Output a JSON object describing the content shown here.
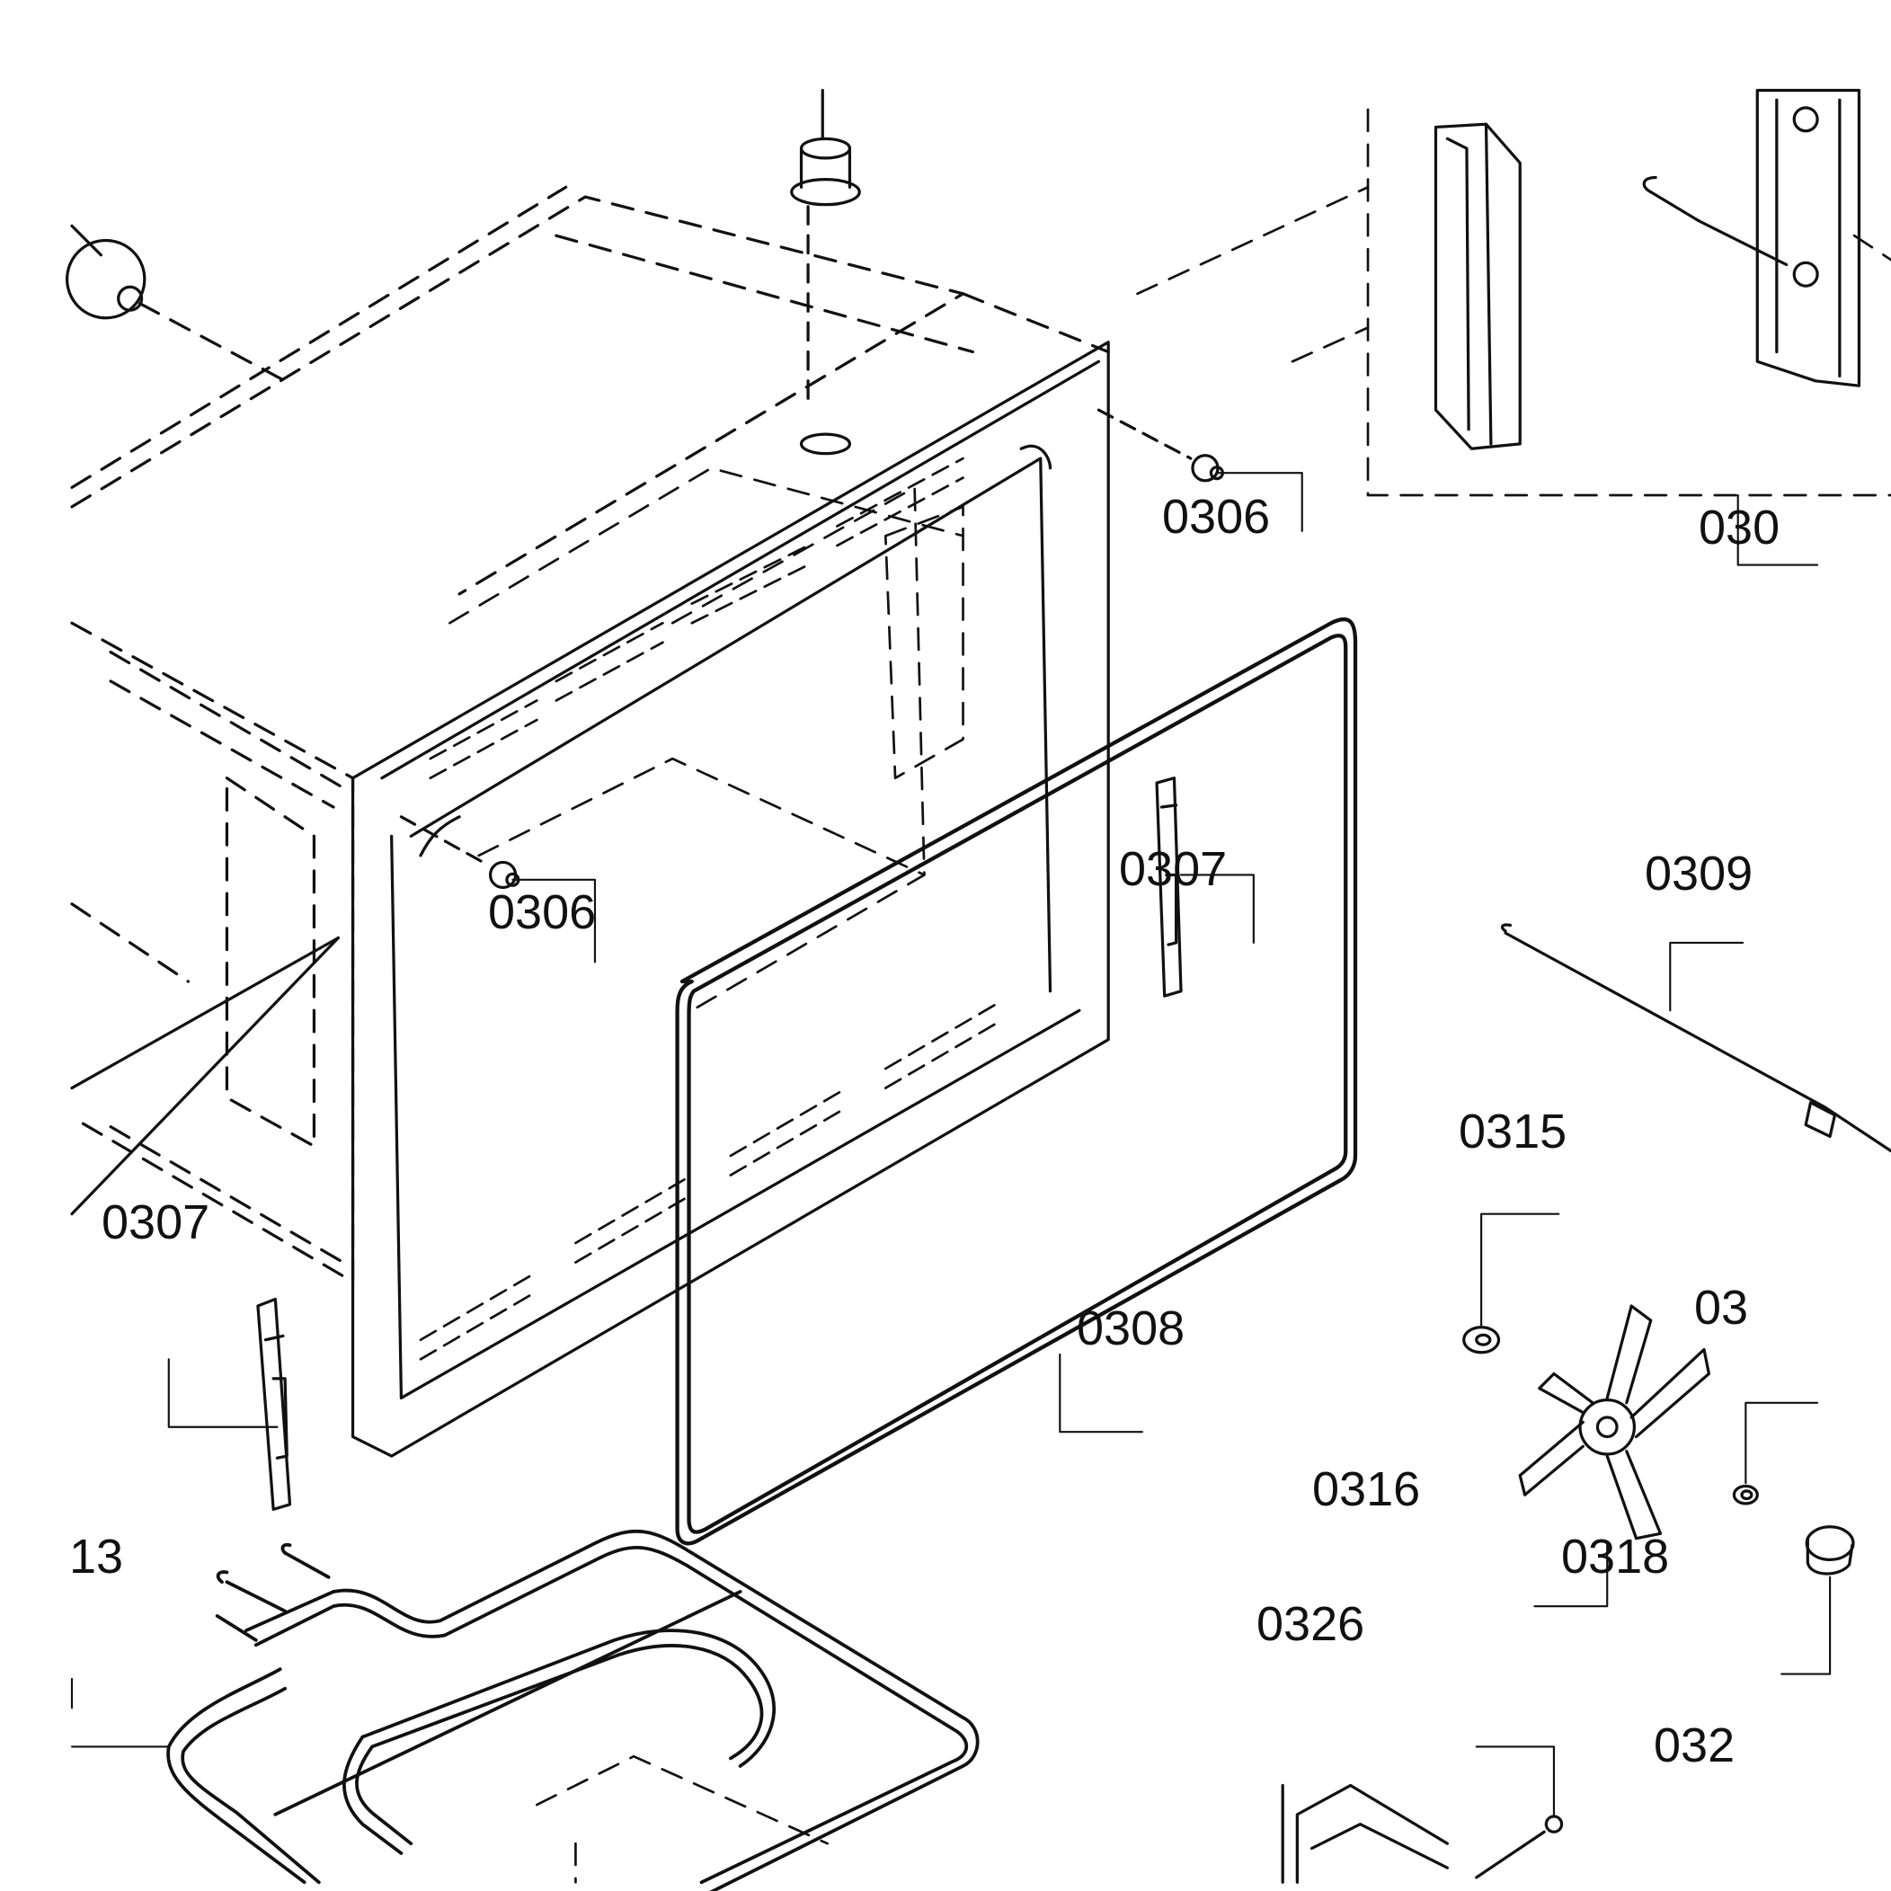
{
  "diagram": {
    "type": "exploded-parts-view",
    "subject": "oven cavity assembly",
    "line_color": "#111111",
    "background": "#ffffff"
  },
  "labels": {
    "l_0306_top_right": "0306",
    "l_030x_cut_right": "030",
    "l_0306_center": "0306",
    "l_0307_right": "0307",
    "l_0309": "0309",
    "l_0307_left": "0307",
    "l_0308": "0308",
    "l_0315": "0315",
    "l_03_cut": "03",
    "l_0316": "0316",
    "l_0318": "0318",
    "l_13_cut": "13",
    "l_0326": "0326",
    "l_03xx_cut_bottom": "032"
  }
}
